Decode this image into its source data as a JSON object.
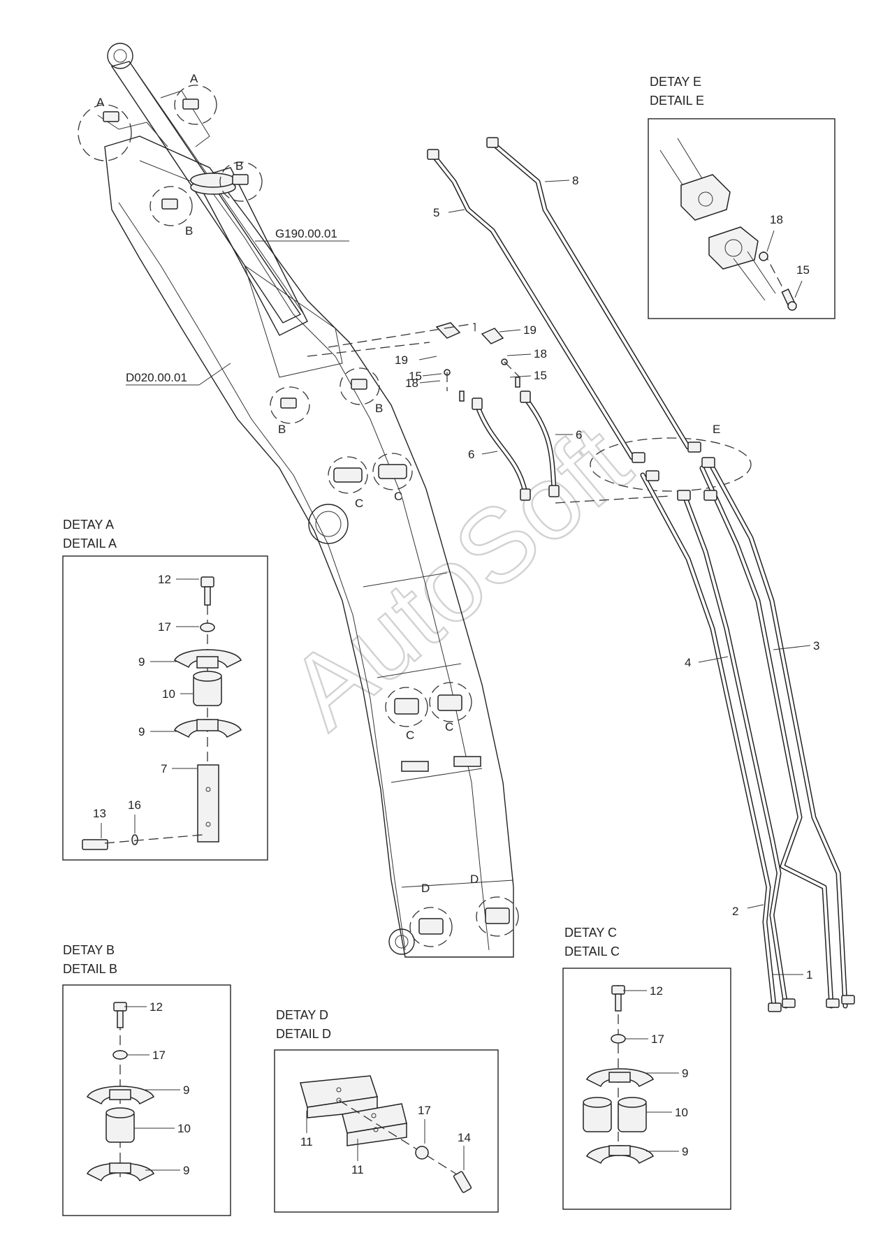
{
  "watermark": "AutoSoft",
  "references": {
    "cylinder": "G190.00.01",
    "boom": "D020.00.01"
  },
  "detail_circles": {
    "A": "A",
    "B": "B",
    "C": "C",
    "D": "D",
    "E": "E"
  },
  "callouts": {
    "p1": "1",
    "p2": "2",
    "p3": "3",
    "p4": "4",
    "p5": "5",
    "p6": "6",
    "p7": "7",
    "p8": "8",
    "p9": "9",
    "p10": "10",
    "p11": "11",
    "p12": "12",
    "p13": "13",
    "p14": "14",
    "p15": "15",
    "p16": "16",
    "p17": "17",
    "p18": "18",
    "p19": "19"
  },
  "details": {
    "A": {
      "title_tr": "DETAY A",
      "title_en": "DETAIL A"
    },
    "B": {
      "title_tr": "DETAY B",
      "title_en": "DETAIL B"
    },
    "C": {
      "title_tr": "DETAY C",
      "title_en": "DETAIL C"
    },
    "D": {
      "title_tr": "DETAY D",
      "title_en": "DETAIL D"
    },
    "E": {
      "title_tr": "DETAY E",
      "title_en": "DETAIL E"
    }
  }
}
